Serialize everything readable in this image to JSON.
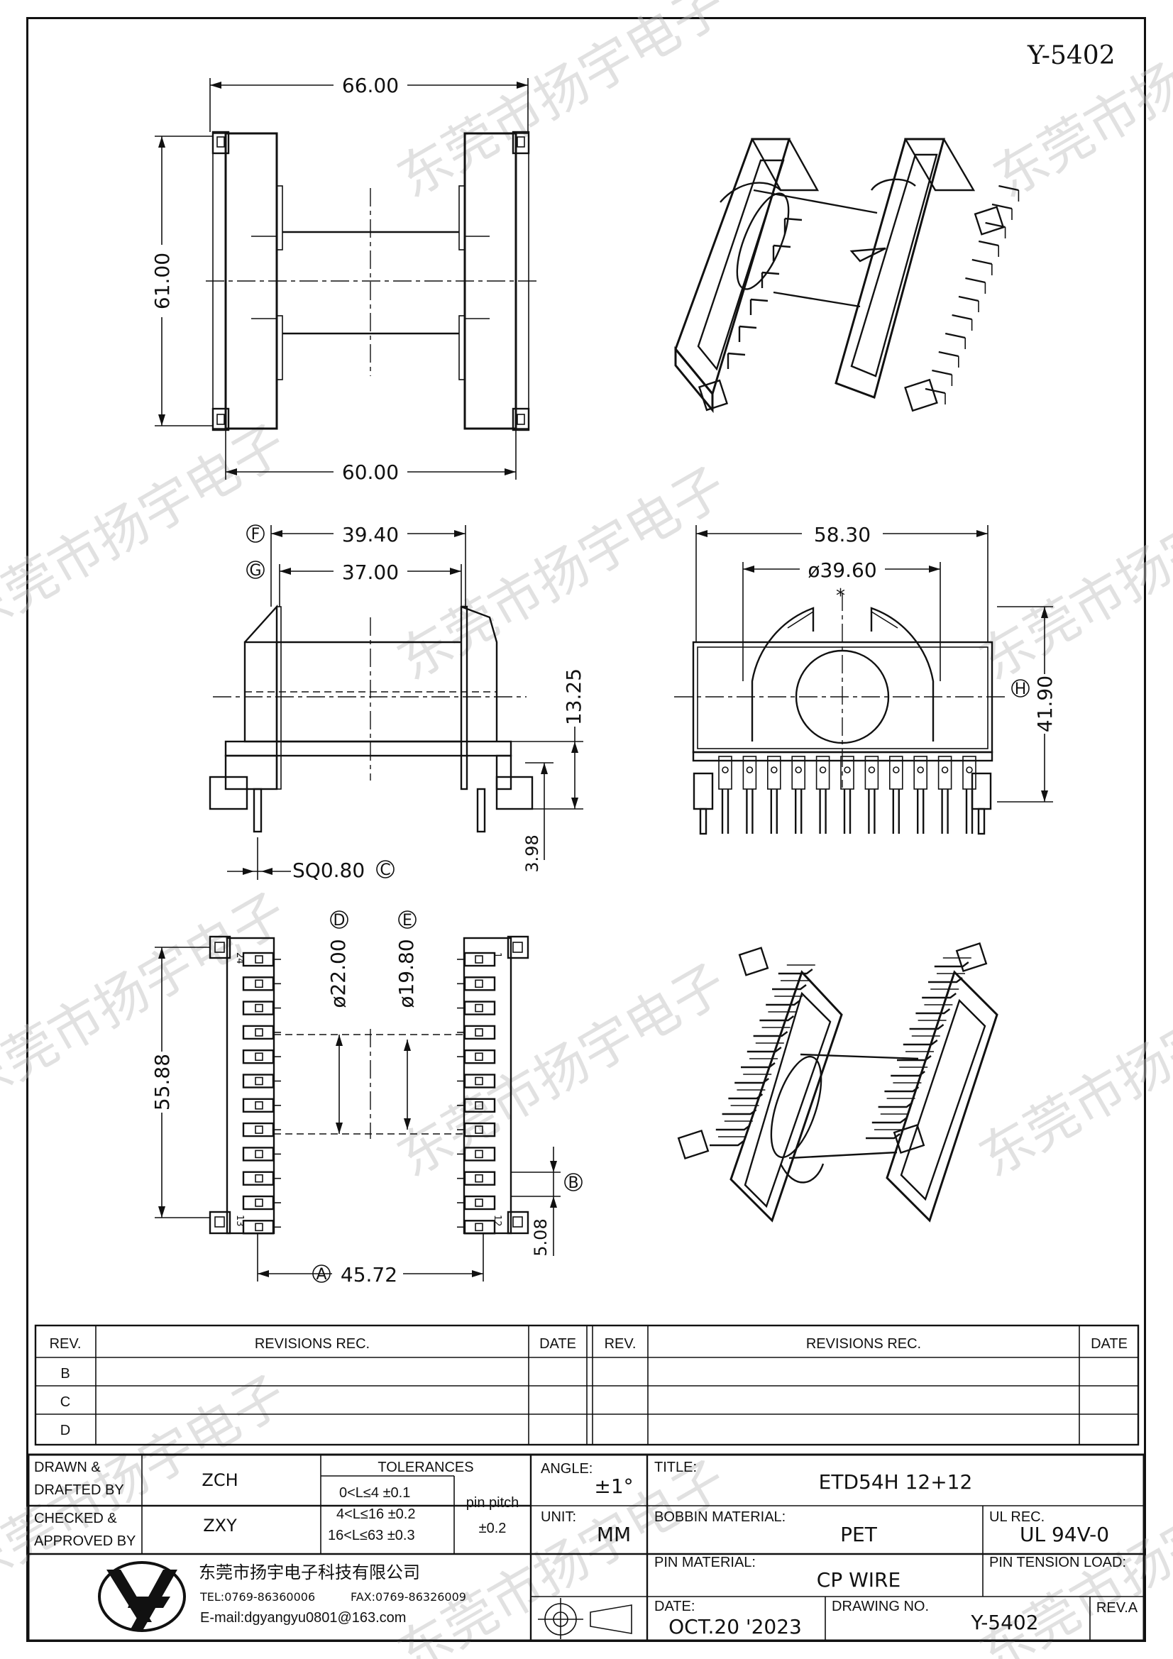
{
  "drawing_number_top": "Y-5402",
  "dimensions": {
    "top_width": "66.00",
    "top_height": "61.00",
    "top_bottom_width": "60.00",
    "side_width_outer": "39.40",
    "side_width_inner": "37.00",
    "side_height": "13.25",
    "side_pin_len": "3.98",
    "pin_square": "SQ0.80",
    "front_width": "58.30",
    "front_dia": "ø39.60",
    "front_height": "41.90",
    "bottom_dia_outer": "ø22.00",
    "bottom_dia_inner": "ø19.80",
    "bottom_height": "55.88",
    "bottom_pitch": "5.08",
    "bottom_span": "45.72"
  },
  "datum_labels": {
    "a": "A",
    "b": "B",
    "c": "C",
    "d": "D",
    "e": "E",
    "f": "F",
    "g": "G",
    "h": "H"
  },
  "pin_numbers": {
    "p24": "24",
    "p1": "1",
    "p13": "13",
    "p12": "12"
  },
  "revisions": {
    "col_rev": "REV.",
    "col_rec": "REVISIONS    REC.",
    "col_date": "DATE",
    "rows": [
      "B",
      "C",
      "D"
    ]
  },
  "title_block": {
    "drawn_label_1": "DRAWN  &",
    "drawn_label_2": "DRAFTED  BY",
    "drawn_by": "ZCH",
    "checked_label_1": "CHECKED  &",
    "checked_label_2": "APPROVED  BY",
    "checked_by": "ZXY",
    "tolerances_label": "TOLERANCES",
    "tol_1": "0<L≤4    ±0.1",
    "tol_2": "4<L≤16  ±0.2",
    "tol_3": "16<L≤63 ±0.3",
    "pin_pitch_label": "pin  pitch",
    "pin_pitch_tol": "±0.2",
    "angle_label": "ANGLE:",
    "angle_value": "±1°",
    "unit_label": "UNIT:",
    "unit_value": "MM",
    "title_label": "TITLE:",
    "title_value": "ETD54H  12+12",
    "bobbin_material_label": "BOBBIN  MATERIAL:",
    "bobbin_material_value": "PET",
    "ul_label": "UL  REC.",
    "ul_value": "UL  94V-0",
    "pin_material_label": "PIN  MATERIAL:",
    "pin_material_value": "CP  WIRE",
    "pin_tension_label": "PIN  TENSION  LOAD:",
    "date_label": "DATE:",
    "date_value": "OCT.20  '2023",
    "drawing_no_label": "DRAWING  NO.",
    "drawing_no_value": "Y-5402",
    "rev_label": "REV.A",
    "company_name": "东莞市扬宇电子科技有限公司",
    "company_tel": "TEL:0769-86360006",
    "company_fax": "FAX:0769-86326009",
    "company_email": "E-mail:dgyangyu0801@163.com"
  },
  "watermark": "东莞市扬宇电子"
}
